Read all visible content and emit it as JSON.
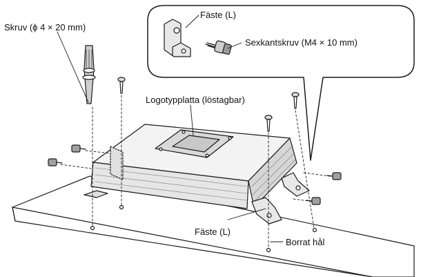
{
  "labels": {
    "screw": "Skruv (ϕ 4 × 20 mm)",
    "bracket_inset": "Fäste (L)",
    "hex_screw": "Sexkantskruv (M4 × 10 mm)",
    "logo_plate": "Logotypplatta (löstagbar)",
    "bracket_bottom": "Fäste (L)",
    "drilled_hole": "Borrat hål"
  },
  "colors": {
    "line": "#1a1a1a",
    "unit_fill": "#e6e6e6",
    "top_fill": "#f3f3f3",
    "plate_fill": "#d9d9d9"
  }
}
